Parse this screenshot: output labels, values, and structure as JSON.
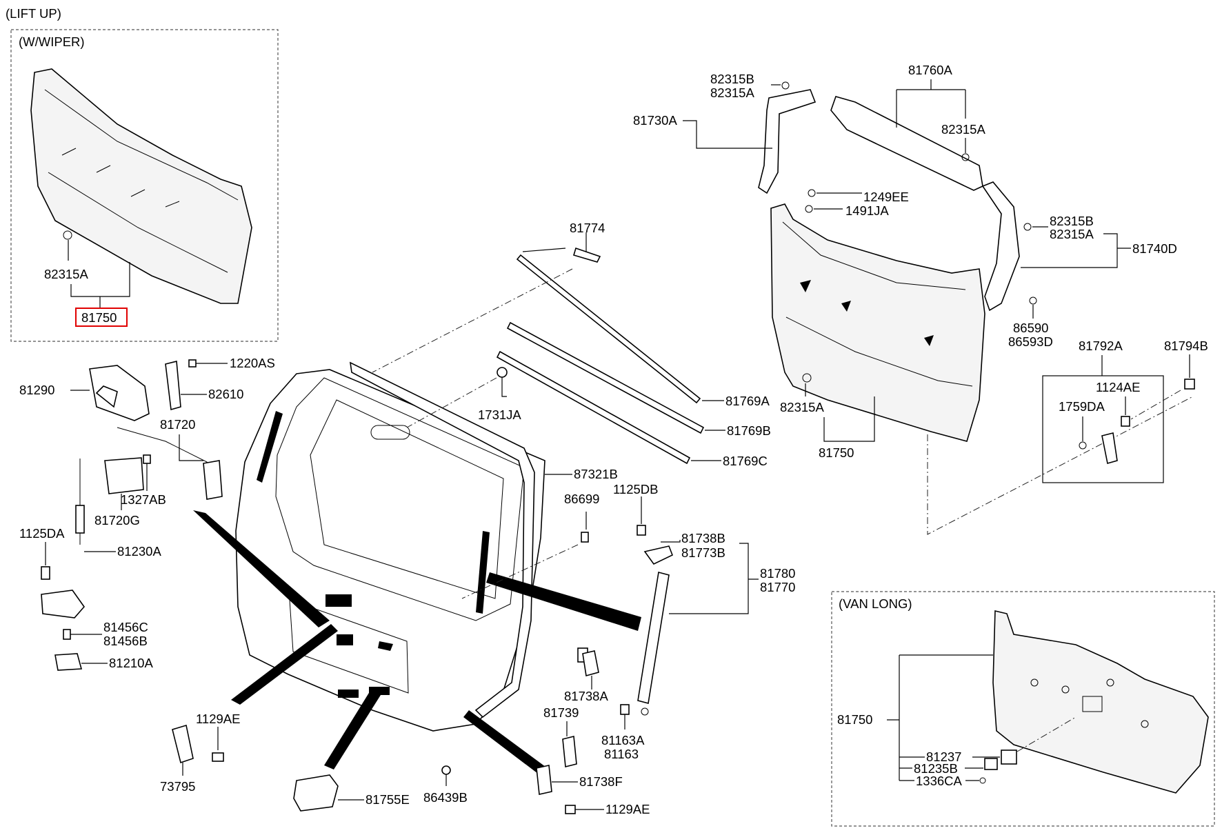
{
  "sections": {
    "lift_up": "(LIFT UP)",
    "w_wiper": "(W/WIPER)",
    "van_long": "(VAN LONG)"
  },
  "highlight_color": "#e00000",
  "labels": {
    "p82315A_wiper": "82315A",
    "p81750_wiper": "81750",
    "p82315B_top": "82315B",
    "p82315A_top": "82315A",
    "p81760A": "81760A",
    "p81730A": "81730A",
    "p82315A_right": "82315A",
    "p1249EE": "1249EE",
    "p1491JA": "1491JA",
    "p82315B_mid": "82315B",
    "p82315A_mid": "82315A",
    "p81740D": "81740D",
    "p86590": "86590",
    "p86593D": "86593D",
    "p81792A": "81792A",
    "p81794B": "81794B",
    "p1124AE": "1124AE",
    "p1759DA": "1759DA",
    "p82315A_low": "82315A",
    "p81750_main": "81750",
    "p81774": "81774",
    "p81769A": "81769A",
    "p81769B": "81769B",
    "p81769C": "81769C",
    "p1731JA": "1731JA",
    "p87321B": "87321B",
    "p86699": "86699",
    "p1125DB": "1125DB",
    "p81738B": "81738B",
    "p81773B": "81773B",
    "p81780": "81780",
    "p81770": "81770",
    "p1220AS": "1220AS",
    "p81290": "81290",
    "p82610": "82610",
    "p81720": "81720",
    "p1327AB": "1327AB",
    "p81720G": "81720G",
    "p1125DA": "1125DA",
    "p81230A": "81230A",
    "p81456C": "81456C",
    "p81456B": "81456B",
    "p81210A": "81210A",
    "p1129AE_left": "1129AE",
    "p73795": "73795",
    "p81755E": "81755E",
    "p86439B": "86439B",
    "p81738A": "81738A",
    "p81739": "81739",
    "p81163A": "81163A",
    "p81163": "81163",
    "p81738F": "81738F",
    "p1129AE_bottom": "1129AE",
    "p81750_van": "81750",
    "p81237": "81237",
    "p81235B": "81235B",
    "p1336CA": "1336CA"
  }
}
